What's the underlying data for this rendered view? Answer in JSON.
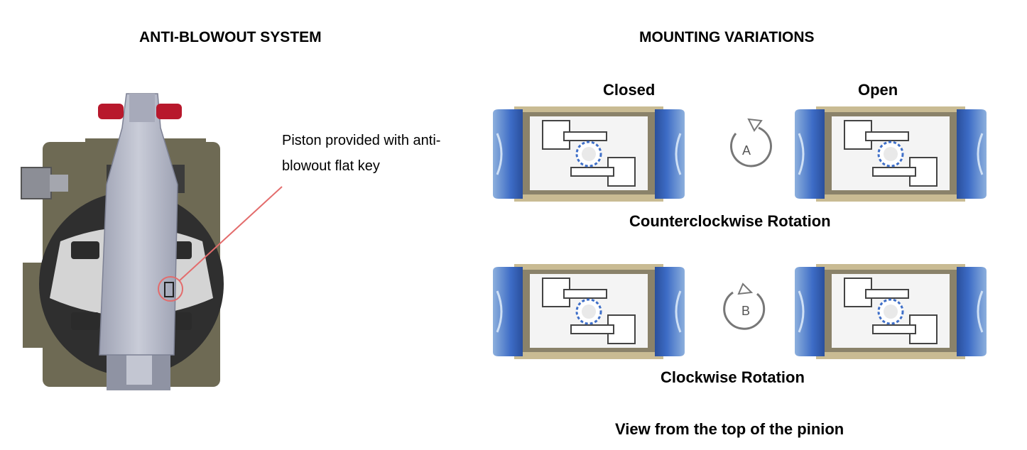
{
  "left_panel": {
    "heading": "ANTI-BLOWOUT SYSTEM",
    "caption": "Piston provided with anti-blowout flat key"
  },
  "right_panel": {
    "heading": "MOUNTING VARIATIONS",
    "col_closed": "Closed",
    "col_open": "Open",
    "row_ccw_label": "Counterclockwise Rotation",
    "row_cw_label": "Clockwise Rotation",
    "ccw_marker": "A",
    "cw_marker": "B",
    "footer": "View from the top of the pinion"
  },
  "colors": {
    "body_olive": "#6e6a54",
    "steel": "#b6b9c6",
    "cap_blue": "#3f6fc8",
    "cap_light": "#8fb1dc",
    "rail_tan": "#c4b68f",
    "knob_red": "#b8182c",
    "callout_red": "#e36c6c"
  }
}
